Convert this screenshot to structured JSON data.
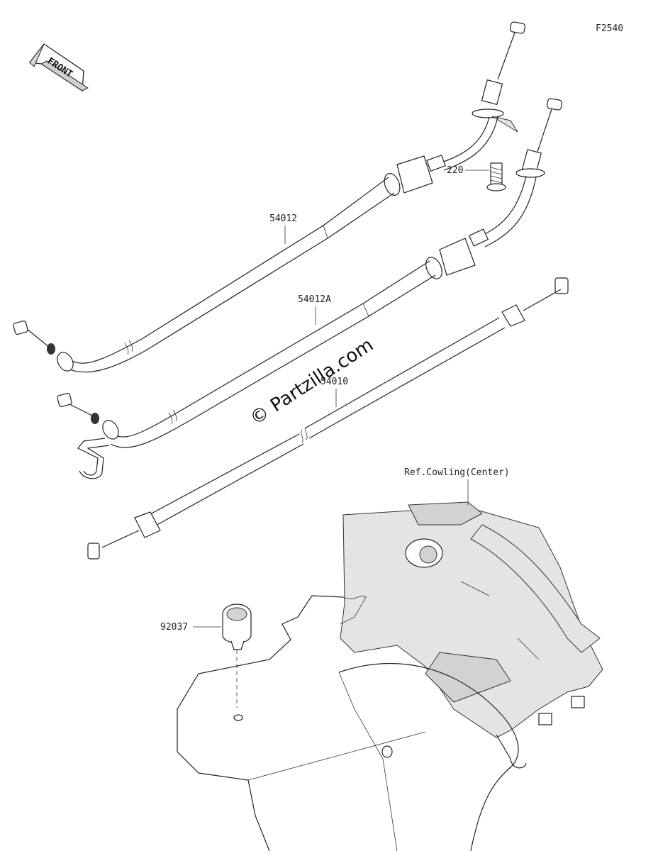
{
  "diagram": {
    "figure_code": "F2540",
    "front_label": "FRONT",
    "watermark": "© Partzilla.com",
    "callouts": {
      "c54012": "54012",
      "c54012a": "54012A",
      "c54010": "54010",
      "c220": "220",
      "c92037": "92037",
      "ref": "Ref.Cowling(Center)"
    }
  }
}
